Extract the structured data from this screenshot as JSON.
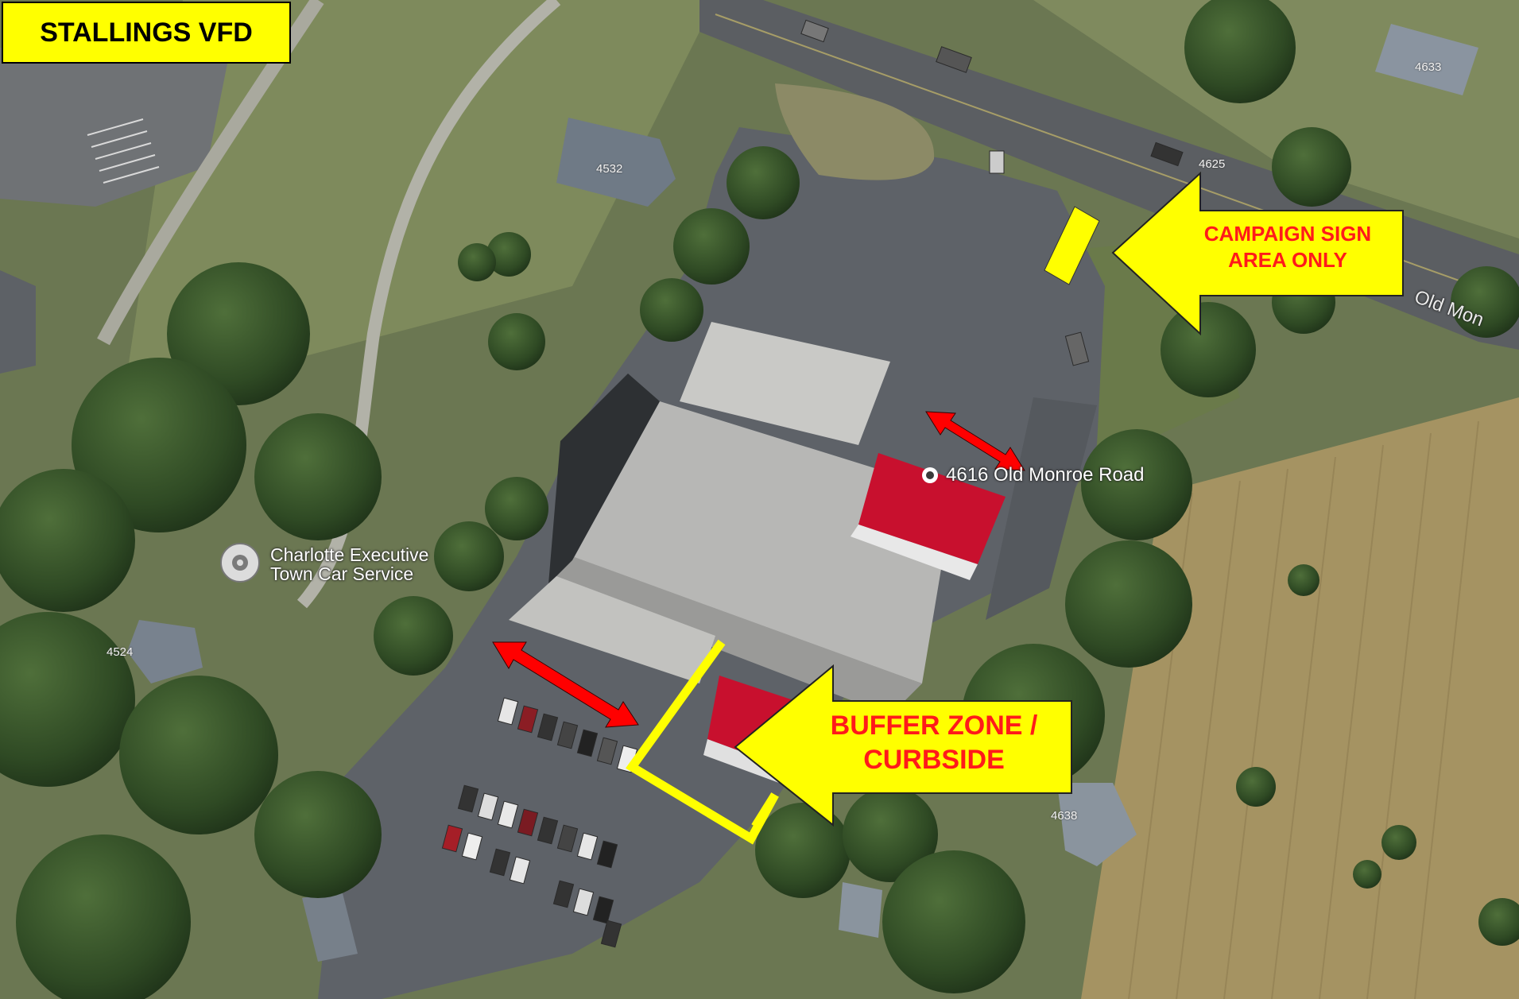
{
  "title": "STALLINGS VFD",
  "callouts": {
    "campaign_sign": {
      "line1": "CAMPAIGN SIGN",
      "line2": "AREA ONLY"
    },
    "buffer_zone": {
      "line1": "BUFFER ZONE /",
      "line2": "CURBSIDE"
    }
  },
  "map_labels": {
    "station_address": "4616 Old Monroe Road",
    "business_line1": "Charlotte Executive",
    "business_line2": "Town Car Service",
    "road_name": "Old Mon"
  },
  "house_numbers": {
    "h4532": "4532",
    "h4625": "4625",
    "h4633": "4633",
    "h4524": "4524",
    "h4638": "4638"
  },
  "colors": {
    "callout_fill": "#ffff00",
    "callout_text": "#ff1a1a",
    "arrow_red": "#ff0000",
    "zone_outline": "#ffff00",
    "station_roof_red": "#c8102e"
  },
  "icons": {
    "place_pin": "map-pin-icon",
    "double_arrow": "double-arrow-icon"
  }
}
